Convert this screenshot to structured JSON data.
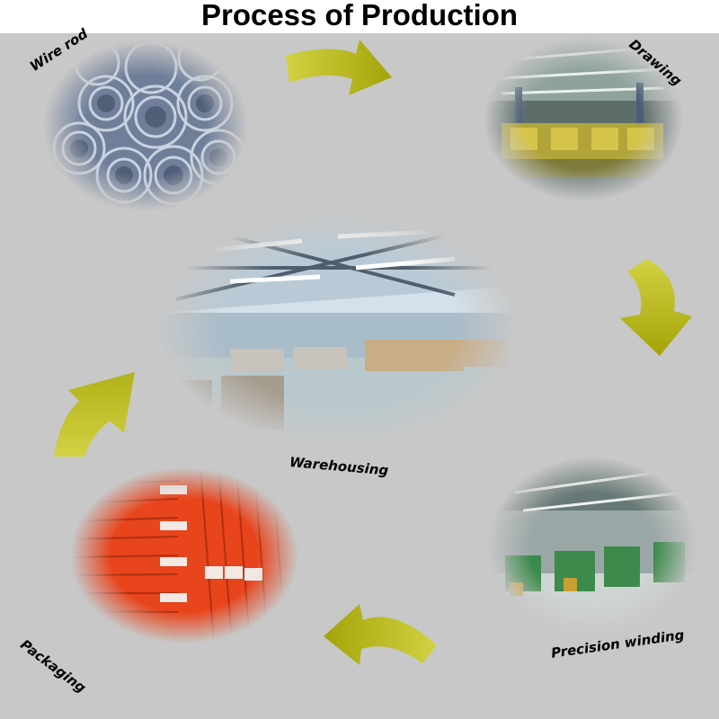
{
  "title": "Process of Production",
  "steps": {
    "wire_rod": "Wire rod",
    "drawing": "Drawing",
    "warehousing": "Warehousing",
    "precision_winding": "Precision winding",
    "packaging": "Packaging"
  },
  "colors": {
    "background": "#c8c8c8",
    "arrow": "#a3a308",
    "arrow_light": "#d2d243",
    "packaging": "#e8451c"
  }
}
